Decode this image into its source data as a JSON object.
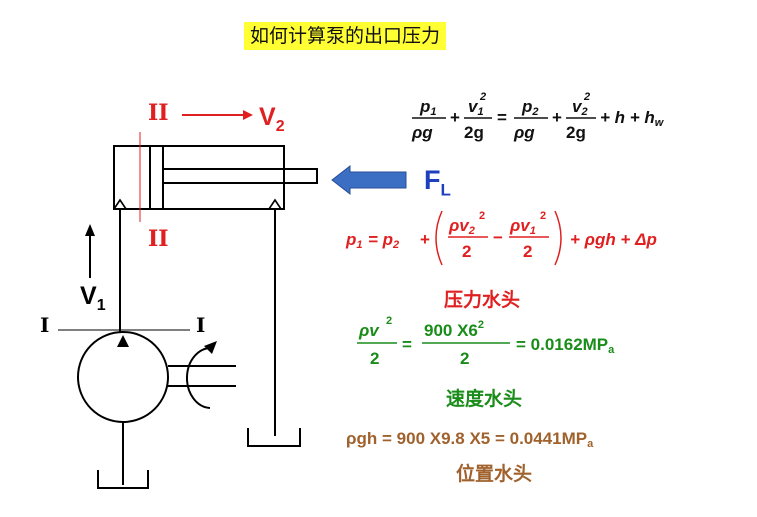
{
  "title": "如何计算泵的出口压力",
  "labels": {
    "section_ii": "II",
    "section_i": "I",
    "velocity_2": "V",
    "velocity_2_sub": "2",
    "velocity_1": "V",
    "velocity_1_sub": "1",
    "force": "F",
    "force_sub": "L"
  },
  "equations": {
    "bernoulli": {
      "p1": "p",
      "p1_sub": "1",
      "rho_g_1": "ρg",
      "v1": "v",
      "v1_sub": "1",
      "sq": "2",
      "two_g_1": "2g",
      "equals": "=",
      "p2": "p",
      "p2_sub": "2",
      "rho_g_2": "ρg",
      "v2": "v",
      "v2_sub": "2",
      "two_g_2": "2g",
      "tail": "+ h + h",
      "hw_sub": "w",
      "plus": "+"
    },
    "pressure": {
      "lhs": "p",
      "lhs_sub": "1",
      "eq": "= p",
      "p2_sub": "2",
      "plus": "+",
      "rho_v": "ρv",
      "v2_sub": "2",
      "v1_sub": "1",
      "sq": "2",
      "minus": "−",
      "den": "2",
      "tail": "+ ρgh + Δp"
    },
    "velocity_head": {
      "rho_v": "ρv",
      "sq": "2",
      "den": "2",
      "eq1": "=",
      "num2": "900 X6",
      "sq2": "2",
      "den2": "2",
      "result": "= 0.0162MP",
      "unit_sub": "a"
    },
    "position_head": {
      "text": "ρgh = 900 X9.8 X5 = 0.0441MP",
      "unit_sub": "a"
    }
  },
  "captions": {
    "pressure_head": "压力水头",
    "velocity_head": "速度水头",
    "position_head": "位置水头"
  },
  "colors": {
    "red": "#e02020",
    "green": "#1a8c1a",
    "brown": "#a0622d",
    "blue": "#1f3fbf",
    "arrow_blue": "#3b6fc4",
    "highlight": "#ffff33"
  }
}
